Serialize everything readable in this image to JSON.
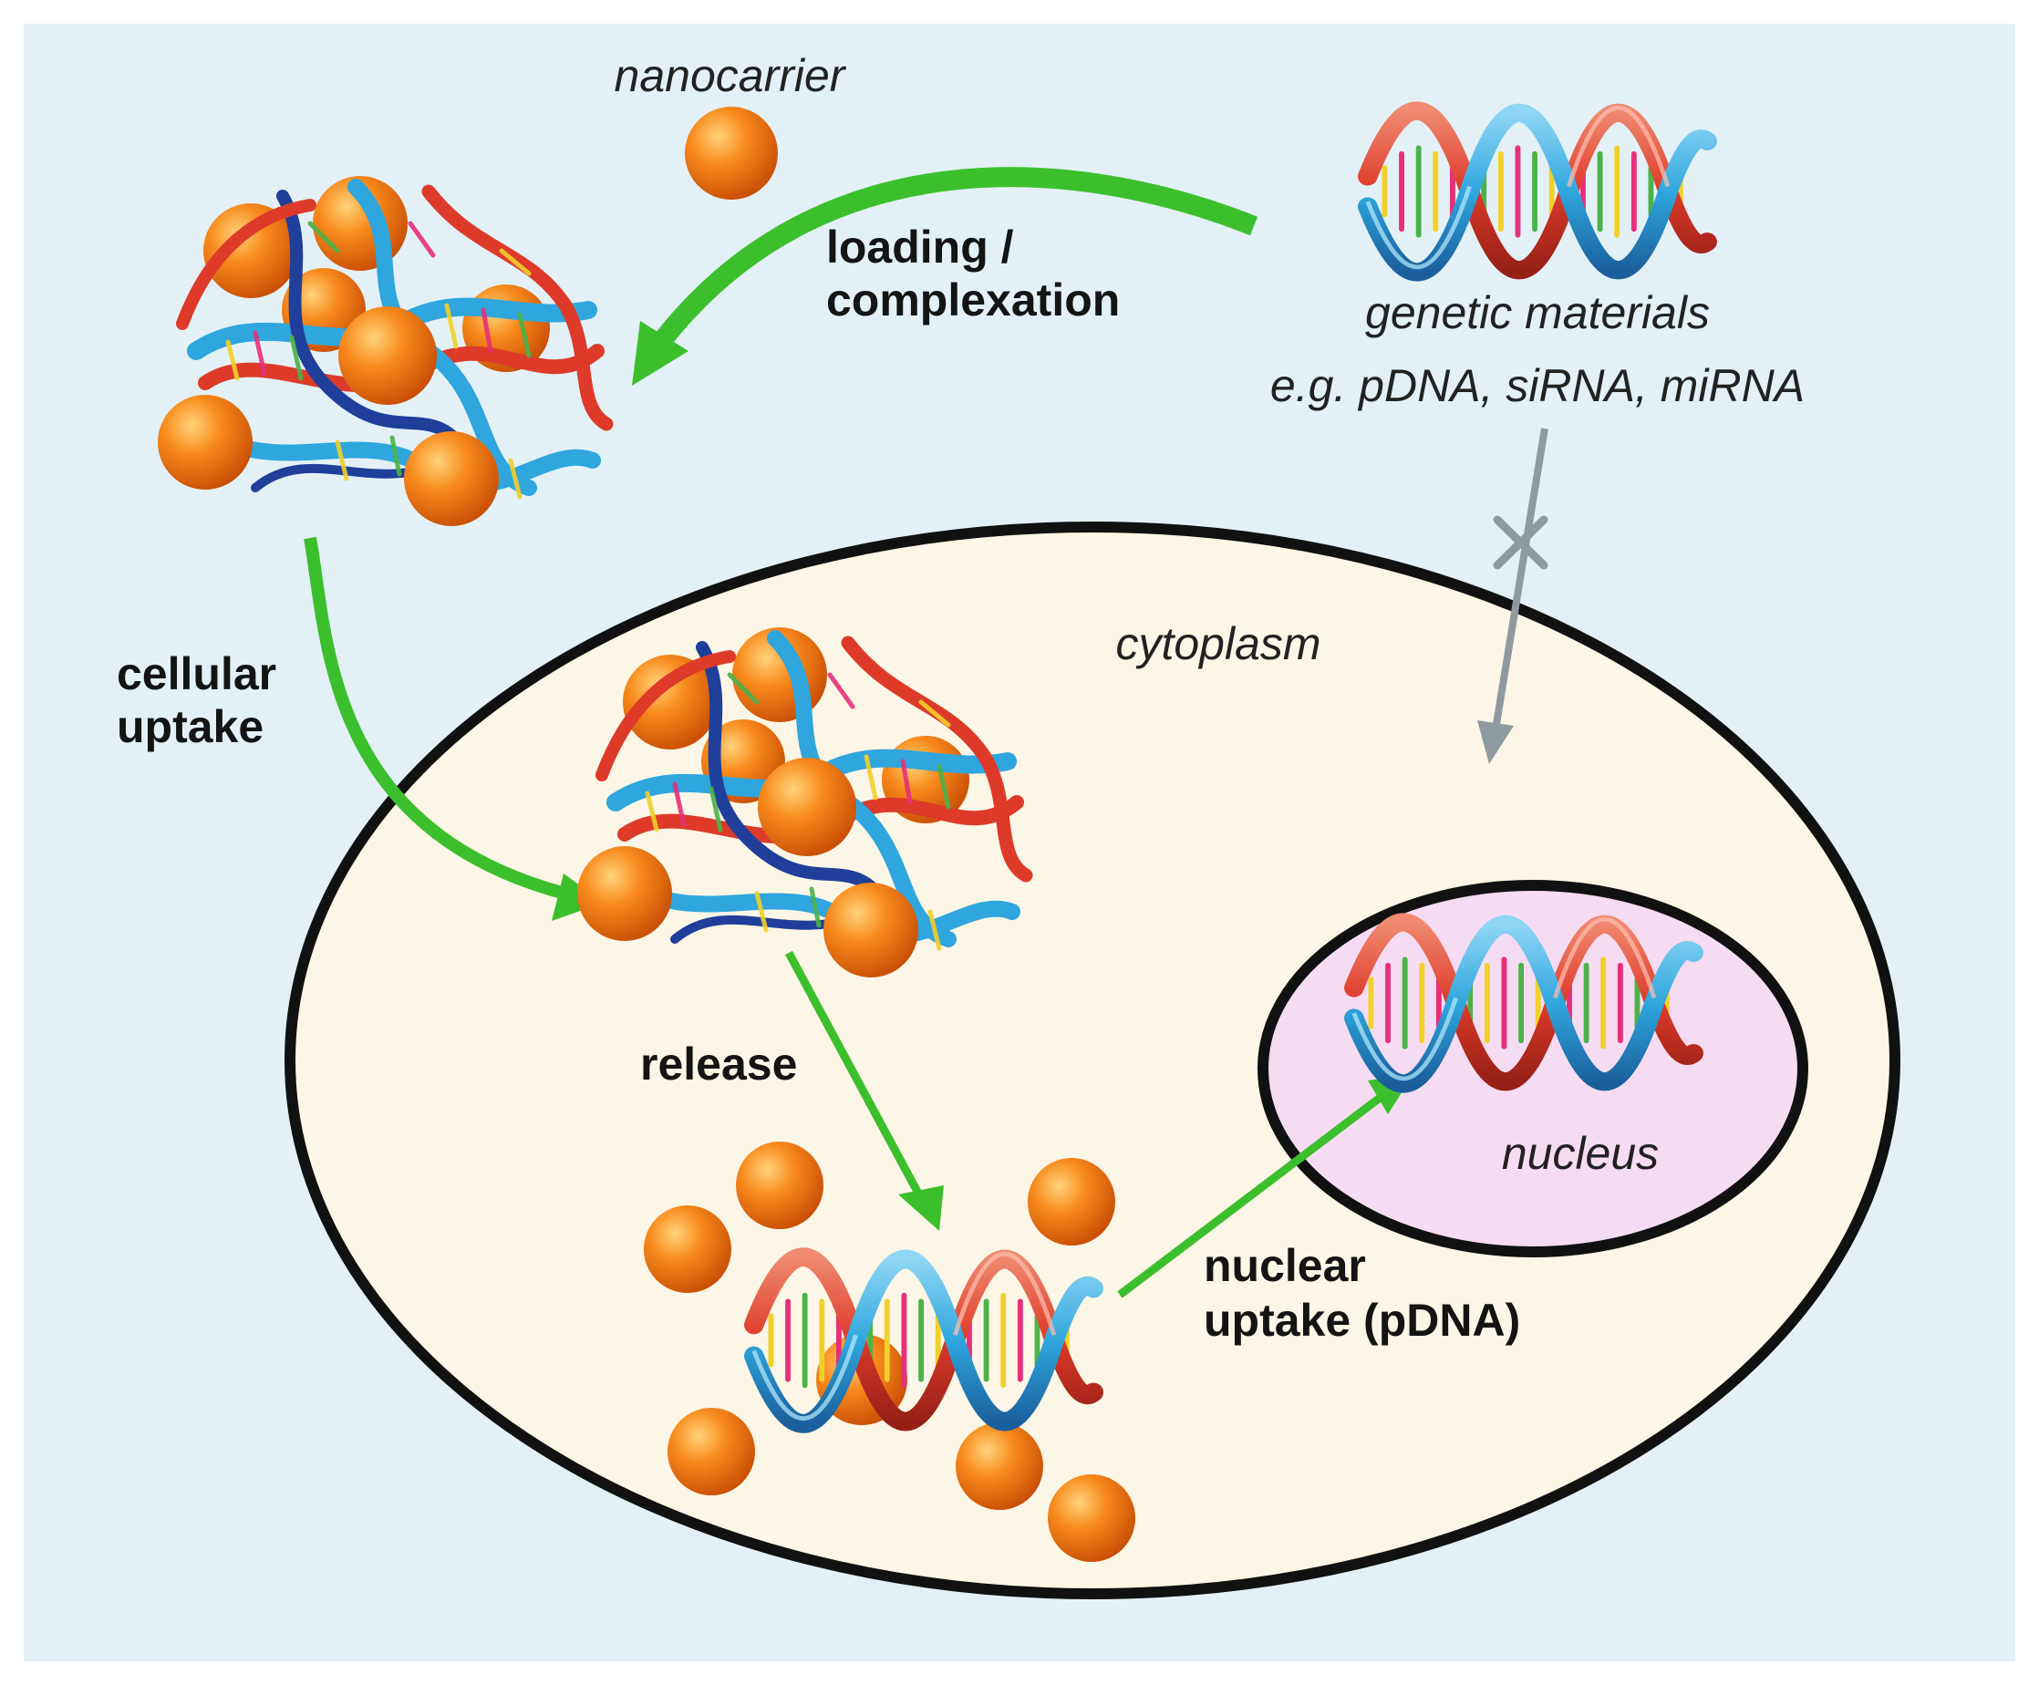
{
  "labels": {
    "nanocarrier": "nanocarrier",
    "loading_line1": "loading /",
    "loading_line2": "complexation",
    "genetic_line1": "genetic materials",
    "genetic_line2": "e.g. pDNA, siRNA, miRNA",
    "uptake_line1": "cellular",
    "uptake_line2": "uptake",
    "cytoplasm": "cytoplasm",
    "release": "release",
    "nuclear_line1": "nuclear",
    "nuclear_line2": "uptake (pDNA)",
    "nucleus": "nucleus"
  },
  "colors": {
    "background": "#e3f1f7",
    "cytoplasm_fill": "#fcf6e6",
    "nucleus_fill": "#f6dcf2",
    "membrane": "#111111",
    "arrow_green": "#3cbf2c",
    "arrow_blocked": "#8f9aa0",
    "particle_light": "#ffd37a",
    "particle_mid": "#f88a1c",
    "particle_dark": "#c84e06",
    "helix_blue": "#2fa6dd",
    "helix_red": "#dd3a2a"
  },
  "icons": {
    "particle": "sphere-icon",
    "dna": "dna-helix-icon",
    "complex": "nanoparticle-dna-complex-icon",
    "blocked": "cross-mark-icon"
  }
}
